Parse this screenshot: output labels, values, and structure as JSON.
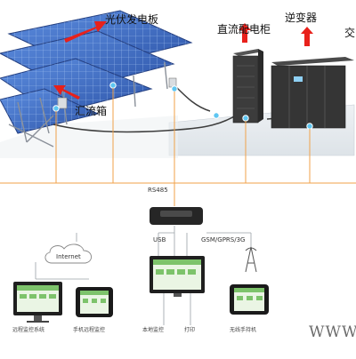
{
  "labels": {
    "pv_panel": "光伏发电板",
    "combiner_box": "汇流箱",
    "dc_cabinet": "直流配电柜",
    "inverter": "逆变器",
    "right_cut": "交",
    "rs485": "RS485",
    "usb": "USB",
    "gsm": "GSM/GPRS/3G",
    "internet": "Internet",
    "watermark": "WWW"
  },
  "devices": [
    {
      "caption": "远程监控系统"
    },
    {
      "caption": "手机远程监控"
    },
    {
      "caption": "本地监控"
    },
    {
      "caption": "打印"
    },
    {
      "caption": "无线手持机"
    }
  ],
  "colors": {
    "arrow": "#e8211b",
    "line": "#f0a24a",
    "panel": "#3f6ccb",
    "screen": "#7dc36b",
    "cabinet": "#3a3a3a",
    "dot": "#5ec6f2"
  }
}
